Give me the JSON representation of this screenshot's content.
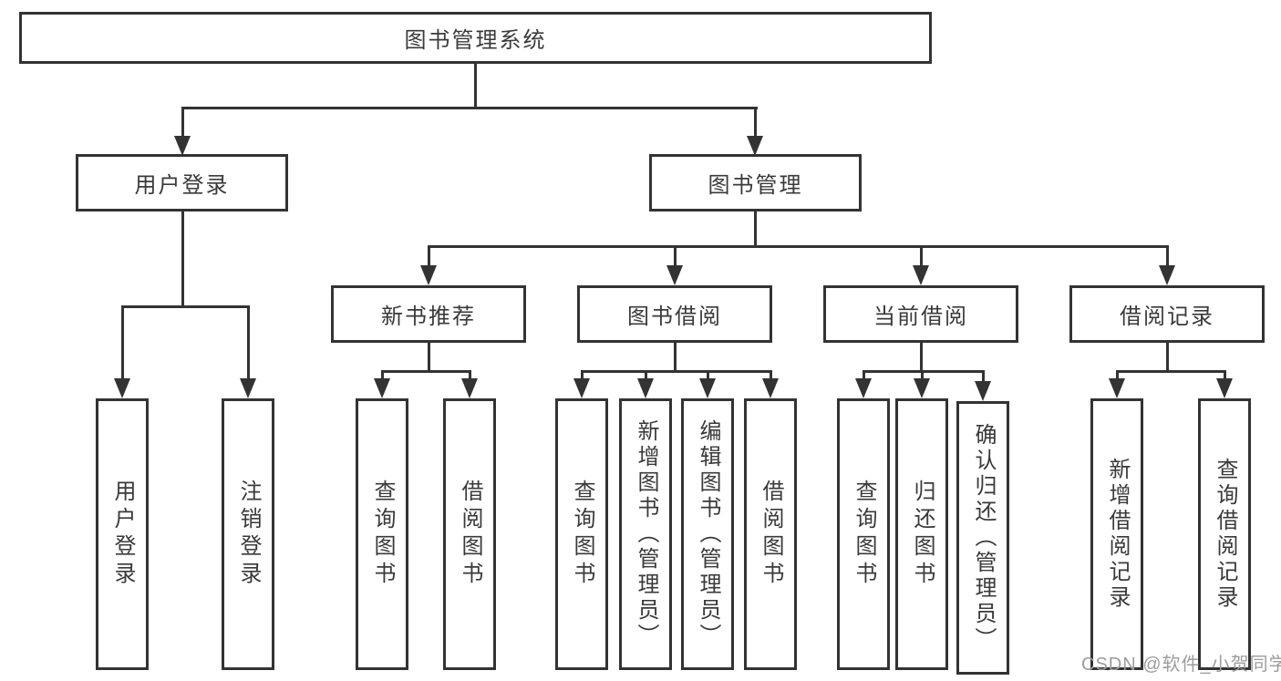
{
  "diagram": {
    "colors": {
      "line": "#333333",
      "text": "#3a3a3a",
      "watermark": "#9c9c9c",
      "background": "#ffffff"
    },
    "watermark": {
      "text": "CSDN @软件_小贺同学"
    },
    "tree": {
      "label": "图书管理系统",
      "children": [
        {
          "label": "用户登录",
          "children": [
            {
              "label": "用户登录"
            },
            {
              "label": "注销登录"
            }
          ]
        },
        {
          "label": "图书管理",
          "children": [
            {
              "label": "新书推荐",
              "children": [
                {
                  "label": "查询图书"
                },
                {
                  "label": "借阅图书"
                }
              ]
            },
            {
              "label": "图书借阅",
              "children": [
                {
                  "label": "查询图书"
                },
                {
                  "label": "新增图书（管理员）"
                },
                {
                  "label": "编辑图书（管理员）"
                },
                {
                  "label": "借阅图书"
                }
              ]
            },
            {
              "label": "当前借阅",
              "children": [
                {
                  "label": "查询图书"
                },
                {
                  "label": "归还图书"
                },
                {
                  "label": "确认归还（管理员）"
                }
              ]
            },
            {
              "label": "借阅记录",
              "children": [
                {
                  "label": "新增借阅记录"
                },
                {
                  "label": "查询借阅记录"
                }
              ]
            }
          ]
        }
      ]
    }
  }
}
